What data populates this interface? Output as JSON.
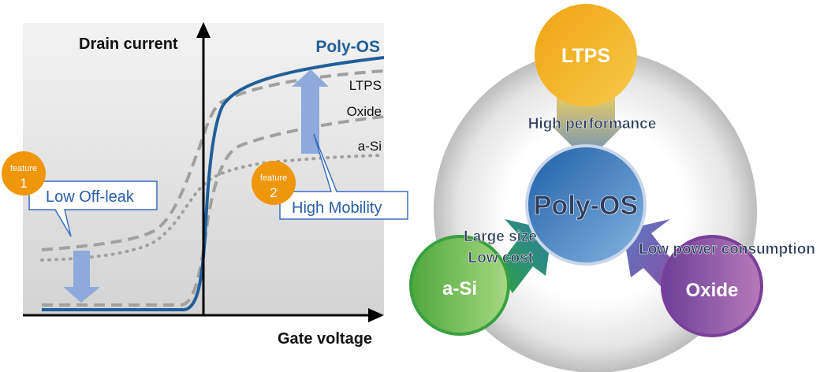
{
  "left_chart": {
    "y_axis_label": "Drain current",
    "x_axis_label": "Gate voltage",
    "curves": [
      {
        "name": "Poly-OS",
        "style": "solid",
        "color": "#1f5f99"
      },
      {
        "name": "LTPS",
        "style": "dashed",
        "color": "#a0a0a0"
      },
      {
        "name": "Oxide",
        "style": "dashed",
        "color": "#a0a0a0"
      },
      {
        "name": "a-Si",
        "style": "dotted",
        "color": "#a0a0a0"
      }
    ],
    "features": [
      {
        "badge_word": "feature",
        "number": "1",
        "callout": "Low Off-leak"
      },
      {
        "badge_word": "feature",
        "number": "2",
        "callout": "High Mobility"
      }
    ]
  },
  "right_diagram": {
    "center": "Poly-OS",
    "nodes": [
      {
        "name": "LTPS",
        "benefit": "High performance",
        "color": "#f0a820"
      },
      {
        "name": "a-Si",
        "benefit_line1": "Large size",
        "benefit_line2": "Low cost",
        "color": "#5cb048"
      },
      {
        "name": "Oxide",
        "benefit": "Low power consumption",
        "color": "#8a4ea0"
      }
    ]
  },
  "colors": {
    "accent_blue": "#1f5f99",
    "badge_orange": "#f0960a",
    "arrow_blue": "#8eaadb"
  }
}
